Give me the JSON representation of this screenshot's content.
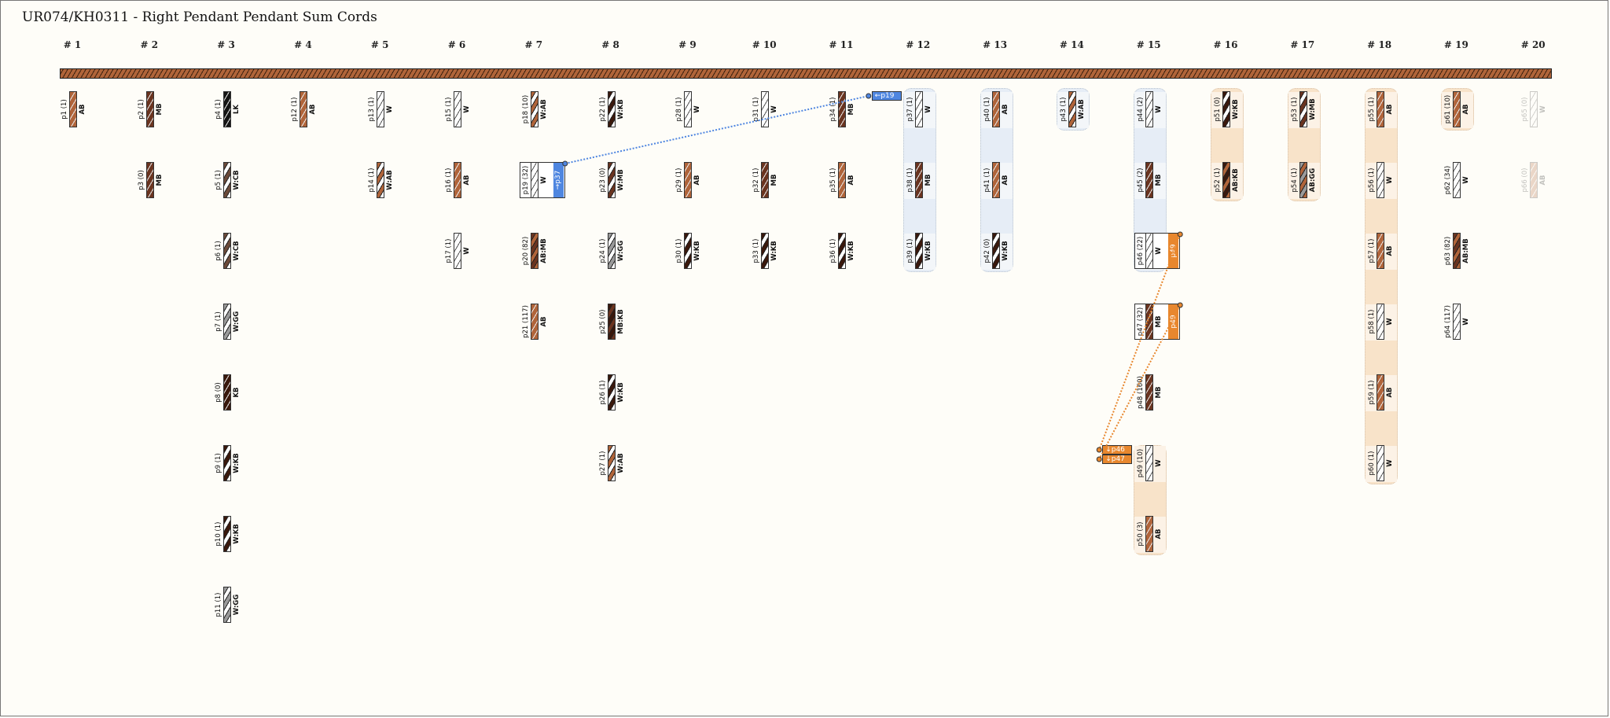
{
  "title": "UR074/KH0311 - Right Pendant Pendant Sum Cords",
  "colors": {
    "AB": "#b0643a",
    "MB": "#6a3420",
    "KB": "#3a180c",
    "LK": "#151515",
    "W": "#ffffff",
    "CB": "#6b4a3a",
    "GG": "#9a9a9a",
    "link_blue": "#4f86e0",
    "link_orange": "#e8872e"
  },
  "columns": [
    {
      "label": "# 1",
      "pendants": [
        {
          "row": 1,
          "id": "p1",
          "count": "(1)",
          "color": "AB"
        }
      ]
    },
    {
      "label": "# 2",
      "pendants": [
        {
          "row": 1,
          "id": "p2",
          "count": "(1)",
          "color": "MB"
        },
        {
          "row": 2,
          "id": "p3",
          "count": "(0)",
          "color": "MB"
        }
      ]
    },
    {
      "label": "# 3",
      "pendants": [
        {
          "row": 1,
          "id": "p4",
          "count": "(1)",
          "color": "LK"
        },
        {
          "row": 2,
          "id": "p5",
          "count": "(1)",
          "color": "W:CB"
        },
        {
          "row": 3,
          "id": "p6",
          "count": "(1)",
          "color": "W:CB"
        },
        {
          "row": 4,
          "id": "p7",
          "count": "(1)",
          "color": "W:GG"
        },
        {
          "row": 5,
          "id": "p8",
          "count": "(0)",
          "color": "KB"
        },
        {
          "row": 6,
          "id": "p9",
          "count": "(1)",
          "color": "W:KB"
        },
        {
          "row": 7,
          "id": "p10",
          "count": "(1)",
          "color": "W:KB"
        },
        {
          "row": 8,
          "id": "p11",
          "count": "(1)",
          "color": "W:GG"
        }
      ]
    },
    {
      "label": "# 4",
      "pendants": [
        {
          "row": 1,
          "id": "p12",
          "count": "(1)",
          "color": "AB"
        }
      ]
    },
    {
      "label": "# 5",
      "pendants": [
        {
          "row": 1,
          "id": "p13",
          "count": "(1)",
          "color": "W"
        },
        {
          "row": 2,
          "id": "p14",
          "count": "(1)",
          "color": "W:AB"
        }
      ]
    },
    {
      "label": "# 6",
      "pendants": [
        {
          "row": 1,
          "id": "p15",
          "count": "(1)",
          "color": "W"
        },
        {
          "row": 2,
          "id": "p16",
          "count": "(1)",
          "color": "AB"
        },
        {
          "row": 3,
          "id": "p17",
          "count": "(1)",
          "color": "W"
        }
      ]
    },
    {
      "label": "# 7",
      "pendants": [
        {
          "row": 1,
          "id": "p18",
          "count": "(10)",
          "color": "W:AB"
        },
        {
          "row": 2,
          "id": "p19",
          "count": "(32)",
          "color": "W",
          "sum_link": "→p37",
          "link_color": "blue"
        },
        {
          "row": 3,
          "id": "p20",
          "count": "(82)",
          "color": "AB:MB"
        },
        {
          "row": 4,
          "id": "p21",
          "count": "(117)",
          "color": "AB"
        }
      ]
    },
    {
      "label": "# 8",
      "pendants": [
        {
          "row": 1,
          "id": "p22",
          "count": "(1)",
          "color": "W:KB"
        },
        {
          "row": 2,
          "id": "p23",
          "count": "(0)",
          "color": "W:MB"
        },
        {
          "row": 3,
          "id": "p24",
          "count": "(1)",
          "color": "W:GG"
        },
        {
          "row": 4,
          "id": "p25",
          "count": "(0)",
          "color": "MB:KB"
        },
        {
          "row": 5,
          "id": "p26",
          "count": "(1)",
          "color": "W:KB"
        },
        {
          "row": 6,
          "id": "p27",
          "count": "(1)",
          "color": "W:AB"
        }
      ]
    },
    {
      "label": "# 9",
      "pendants": [
        {
          "row": 1,
          "id": "p28",
          "count": "(1)",
          "color": "W"
        },
        {
          "row": 2,
          "id": "p29",
          "count": "(1)",
          "color": "AB"
        },
        {
          "row": 3,
          "id": "p30",
          "count": "(1)",
          "color": "W:KB"
        }
      ]
    },
    {
      "label": "# 10",
      "pendants": [
        {
          "row": 1,
          "id": "p31",
          "count": "(1)",
          "color": "W"
        },
        {
          "row": 2,
          "id": "p32",
          "count": "(1)",
          "color": "MB"
        },
        {
          "row": 3,
          "id": "p33",
          "count": "(1)",
          "color": "W:KB"
        }
      ]
    },
    {
      "label": "# 11",
      "pendants": [
        {
          "row": 1,
          "id": "p34",
          "count": "(1)",
          "color": "MB"
        },
        {
          "row": 2,
          "id": "p35",
          "count": "(1)",
          "color": "AB"
        },
        {
          "row": 3,
          "id": "p36",
          "count": "(1)",
          "color": "W:KB"
        }
      ]
    },
    {
      "label": "# 12",
      "group": {
        "tone": "blue",
        "from": 1,
        "to": 3
      },
      "incoming": {
        "row": 1,
        "lines": [
          "←p19"
        ],
        "link_color": "blue"
      },
      "pendants": [
        {
          "row": 1,
          "id": "p37",
          "count": "(1)",
          "color": "W"
        },
        {
          "row": 2,
          "id": "p38",
          "count": "(1)",
          "color": "MB"
        },
        {
          "row": 3,
          "id": "p39",
          "count": "(1)",
          "color": "W:KB"
        }
      ]
    },
    {
      "label": "# 13",
      "group": {
        "tone": "blue",
        "from": 1,
        "to": 3
      },
      "pendants": [
        {
          "row": 1,
          "id": "p40",
          "count": "(1)",
          "color": "AB"
        },
        {
          "row": 2,
          "id": "p41",
          "count": "(1)",
          "color": "AB"
        },
        {
          "row": 3,
          "id": "p42",
          "count": "(0)",
          "color": "W:KB"
        }
      ]
    },
    {
      "label": "# 14",
      "group": {
        "tone": "blue",
        "from": 1,
        "to": 1
      },
      "pendants": [
        {
          "row": 1,
          "id": "p43",
          "count": "(1)",
          "color": "W:AB"
        }
      ]
    },
    {
      "label": "# 15",
      "groups": [
        {
          "tone": "blue",
          "from": 1,
          "to": 3
        },
        {
          "tone": "orange",
          "from": 6,
          "to": 7
        }
      ],
      "incoming": {
        "row": 6,
        "lines": [
          "↓p46",
          "↓p47"
        ],
        "link_color": "orange"
      },
      "pendants": [
        {
          "row": 1,
          "id": "p44",
          "count": "(2)",
          "color": "W"
        },
        {
          "row": 2,
          "id": "p45",
          "count": "(2)",
          "color": "MB"
        },
        {
          "row": 3,
          "id": "p46",
          "count": "(22)",
          "color": "W",
          "sum_link": "p49",
          "link_color": "orange"
        },
        {
          "row": 4,
          "id": "p47",
          "count": "(32)",
          "color": "MB",
          "sum_link": "p49",
          "link_color": "orange"
        },
        {
          "row": 5,
          "id": "p48",
          "count": "(160)",
          "color": "MB"
        },
        {
          "row": 6,
          "id": "p49",
          "count": "(10)",
          "color": "W"
        },
        {
          "row": 7,
          "id": "p50",
          "count": "(3)",
          "color": "AB"
        }
      ]
    },
    {
      "label": "# 16",
      "group": {
        "tone": "orange",
        "from": 1,
        "to": 2
      },
      "pendants": [
        {
          "row": 1,
          "id": "p51",
          "count": "(0)",
          "color": "W:KB"
        },
        {
          "row": 2,
          "id": "p52",
          "count": "(1)",
          "color": "AB:KB"
        }
      ]
    },
    {
      "label": "# 17",
      "group": {
        "tone": "orange",
        "from": 1,
        "to": 2
      },
      "pendants": [
        {
          "row": 1,
          "id": "p53",
          "count": "(1)",
          "color": "W:MB"
        },
        {
          "row": 2,
          "id": "p54",
          "count": "(1)",
          "color": "AB:GG"
        }
      ]
    },
    {
      "label": "# 18",
      "group": {
        "tone": "orange",
        "from": 1,
        "to": 6
      },
      "pendants": [
        {
          "row": 1,
          "id": "p55",
          "count": "(1)",
          "color": "AB"
        },
        {
          "row": 2,
          "id": "p56",
          "count": "(1)",
          "color": "W"
        },
        {
          "row": 3,
          "id": "p57",
          "count": "(1)",
          "color": "AB"
        },
        {
          "row": 4,
          "id": "p58",
          "count": "(1)",
          "color": "W"
        },
        {
          "row": 5,
          "id": "p59",
          "count": "(1)",
          "color": "AB"
        },
        {
          "row": 6,
          "id": "p60",
          "count": "(1)",
          "color": "W"
        }
      ]
    },
    {
      "label": "# 19",
      "group": {
        "tone": "orange",
        "from": 1,
        "to": 1
      },
      "pendants": [
        {
          "row": 1,
          "id": "p61",
          "count": "(10)",
          "color": "AB"
        },
        {
          "row": 2,
          "id": "p62",
          "count": "(34)",
          "color": "W"
        },
        {
          "row": 3,
          "id": "p63",
          "count": "(82)",
          "color": "AB:MB"
        },
        {
          "row": 4,
          "id": "p64",
          "count": "(117)",
          "color": "W"
        }
      ]
    },
    {
      "label": "# 20",
      "pendants": [
        {
          "row": 1,
          "id": "p65",
          "count": "(0)",
          "color": "W",
          "faded": true
        },
        {
          "row": 2,
          "id": "p66",
          "count": "(0)",
          "color": "AB",
          "faded": true
        }
      ]
    }
  ]
}
